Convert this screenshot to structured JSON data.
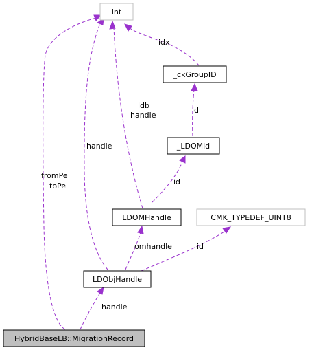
{
  "colors": {
    "edge": "#9a32cd",
    "node_border_strong": "#000000",
    "node_border_light": "#bfbfbf",
    "node_fill_root": "#bfbfbf",
    "node_fill": "#ffffff",
    "label_text": "#000000"
  },
  "nodes": {
    "int": {
      "label": "int"
    },
    "ck_group_id": {
      "label": "_ckGroupID"
    },
    "ldom_id": {
      "label": "_LDOMid"
    },
    "ldom_handle": {
      "label": "LDOMHandle"
    },
    "cmk_typedef": {
      "label": "CMK_TYPEDEF_UINT8"
    },
    "ldobj_handle": {
      "label": "LDObjHandle"
    },
    "migration_record": {
      "label": "HybridBaseLB::MigrationRecord"
    }
  },
  "edges": {
    "migration_to_int": {
      "label_line1": "fromPe",
      "label_line2": "toPe"
    },
    "ldobj_to_int": {
      "label": "handle"
    },
    "ldom_handle_to_int": {
      "label_line1": "ldb",
      "label_line2": "handle"
    },
    "group_to_int": {
      "label": "idx"
    },
    "ldom_id_to_group": {
      "label": "id"
    },
    "ldom_handle_to_ldom_id": {
      "label": "id"
    },
    "ldobj_to_ldom_handle": {
      "label": "omhandle"
    },
    "ldobj_to_cmk": {
      "label": "id"
    },
    "migration_to_ldobj": {
      "label": "handle"
    }
  }
}
